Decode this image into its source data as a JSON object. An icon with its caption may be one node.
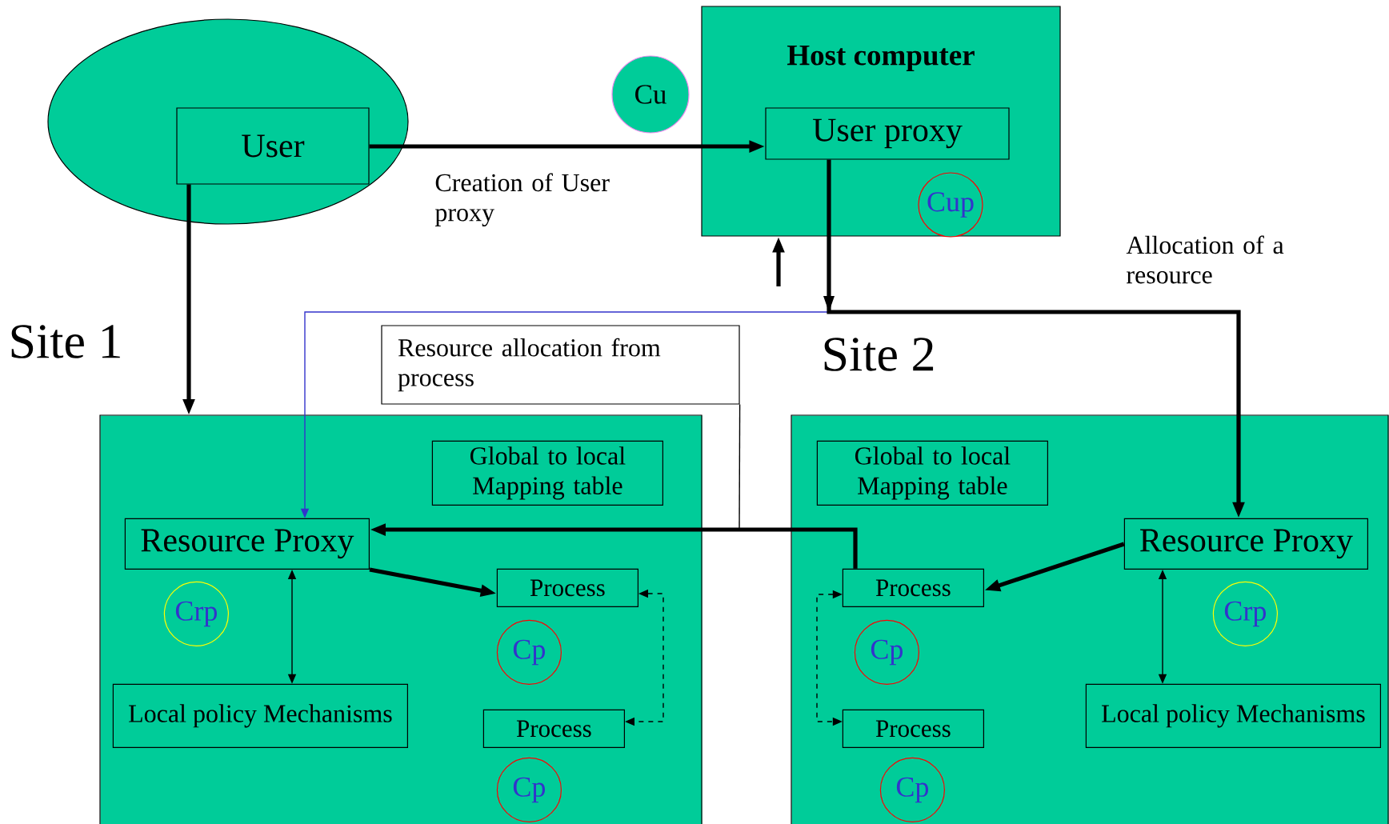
{
  "diagram": {
    "nodes": [
      {
        "text": [],
        "shape": "ellipse"
      },
      {
        "text": [
          "User"
        ],
        "in": 0
      },
      {
        "text": [
          "Cu"
        ]
      },
      {
        "text": [
          "Host computer"
        ]
      },
      {
        "text": [
          "User proxy"
        ],
        "in": 3
      },
      {
        "text": [
          "Cup"
        ],
        "in": 3
      },
      {
        "text": [
          "Resource allocation from process"
        ]
      },
      {
        "text": [
          "Site 1"
        ]
      },
      {
        "text": [
          "Global to local Mapping table"
        ],
        "in": 7
      },
      {
        "text": [
          "Resource Proxy"
        ],
        "in": 7
      },
      {
        "text": [
          "Crp"
        ],
        "in": 7
      },
      {
        "text": [
          "Process"
        ],
        "in": 7
      },
      {
        "text": [
          "Cp"
        ],
        "in": 7
      },
      {
        "text": [
          "Local policy Mechanisms"
        ],
        "in": 7
      },
      {
        "text": [
          "Process"
        ],
        "in": 7
      },
      {
        "text": [
          "Cp"
        ],
        "in": 7
      },
      {
        "text": [
          "Site 2"
        ]
      },
      {
        "text": [
          "Global to local Mapping table"
        ],
        "in": 16
      },
      {
        "text": [
          "Process"
        ],
        "in": 16
      },
      {
        "text": [
          "Resource Proxy"
        ],
        "in": 16
      },
      {
        "text": [
          "Crp"
        ],
        "in": 16
      },
      {
        "text": [
          "Cp"
        ],
        "in": 16
      },
      {
        "text": [
          "Process"
        ],
        "in": 16
      },
      {
        "text": [
          "Local policy Mechanisms"
        ],
        "in": 16
      },
      {
        "text": [
          "Cp"
        ],
        "in": 16
      }
    ],
    "edges": [
      {
        "from": 1,
        "to": 4,
        "arrow": "to",
        "label": "Creation of User proxy"
      },
      {
        "from": 1,
        "to": 7,
        "arrow": "to"
      },
      {
        "from": null,
        "to": 3,
        "arrow": "to"
      },
      {
        "from": 4,
        "to": 19,
        "arrow": "to",
        "label": "Allocation of a resource"
      },
      {
        "from": 4,
        "to": 9,
        "arrow": "to",
        "color": "#3333cc"
      },
      {
        "from": 9,
        "to": 11,
        "arrow": "to"
      },
      {
        "from": 9,
        "to": 13,
        "arrow": "both"
      },
      {
        "from": 11,
        "to": 14,
        "arrow": "both",
        "style": "dashed"
      },
      {
        "from": 18,
        "to": 9,
        "arrow": "to"
      },
      {
        "from": 19,
        "to": 18,
        "arrow": "to"
      },
      {
        "from": 19,
        "to": 23,
        "arrow": "both"
      },
      {
        "from": 18,
        "to": 22,
        "arrow": "both",
        "style": "dashed"
      },
      {
        "from": 6,
        "to": null,
        "arrow": "none"
      }
    ]
  }
}
